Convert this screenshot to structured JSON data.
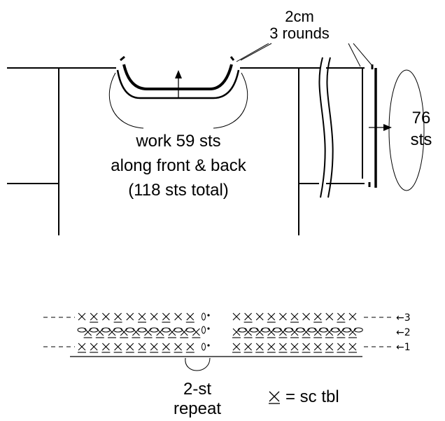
{
  "diagram": {
    "neck_label": {
      "line1": "work 59 sts",
      "line2": "along front & back",
      "line3": "(118 sts total)"
    },
    "edging_label": {
      "line1": "2cm",
      "line2": "3 rounds"
    },
    "cuff_label": {
      "line1": "76",
      "line2": "sts"
    },
    "repeat_label": {
      "line1": "2-st",
      "line2": "repeat"
    },
    "legend": {
      "symbol": "×",
      "text": "= sc tbl"
    },
    "round_markers": [
      "←3",
      "←2",
      "←1"
    ]
  }
}
